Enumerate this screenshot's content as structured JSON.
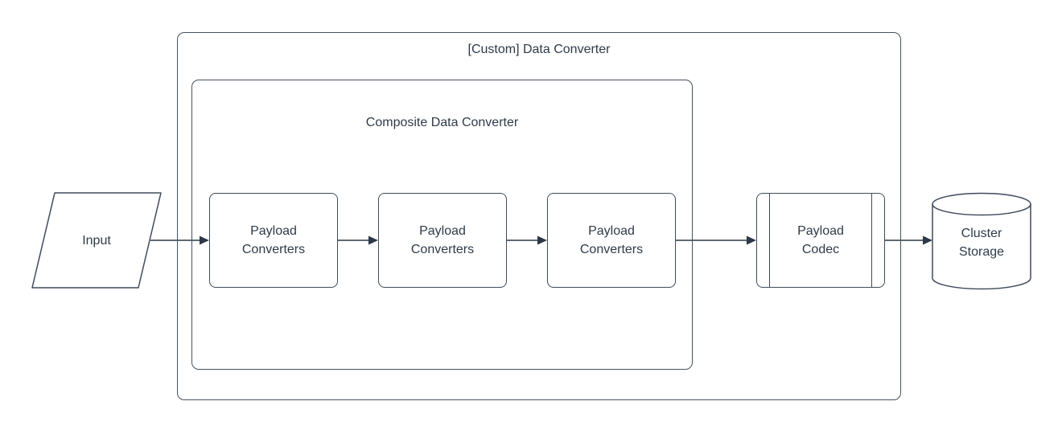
{
  "diagram": {
    "colors": {
      "background": "#ffffff",
      "stroke": "#3f4b5b",
      "group_stroke": "#46515f",
      "arrow": "#2c3847",
      "text": "#2e3a48"
    },
    "outer_group": {
      "label": "[Custom] Data Converter"
    },
    "inner_group": {
      "label": "Composite Data Converter"
    },
    "nodes": [
      {
        "id": "input",
        "shape": "parallelogram",
        "label": "Input"
      },
      {
        "id": "payload-converters-1",
        "shape": "rounded-rect",
        "label": "Payload Converters"
      },
      {
        "id": "payload-converters-2",
        "shape": "rounded-rect",
        "label": "Payload Converters"
      },
      {
        "id": "payload-converters-3",
        "shape": "rounded-rect",
        "label": "Payload Converters"
      },
      {
        "id": "payload-codec",
        "shape": "predefined-process",
        "label": "Payload Codec"
      },
      {
        "id": "cluster-storage",
        "shape": "cylinder",
        "label": "Cluster Storage"
      }
    ],
    "edges": [
      {
        "from": "input",
        "to": "payload-converters-1"
      },
      {
        "from": "payload-converters-1",
        "to": "payload-converters-2"
      },
      {
        "from": "payload-converters-2",
        "to": "payload-converters-3"
      },
      {
        "from": "payload-converters-3",
        "to": "payload-codec"
      },
      {
        "from": "payload-codec",
        "to": "cluster-storage"
      }
    ]
  }
}
